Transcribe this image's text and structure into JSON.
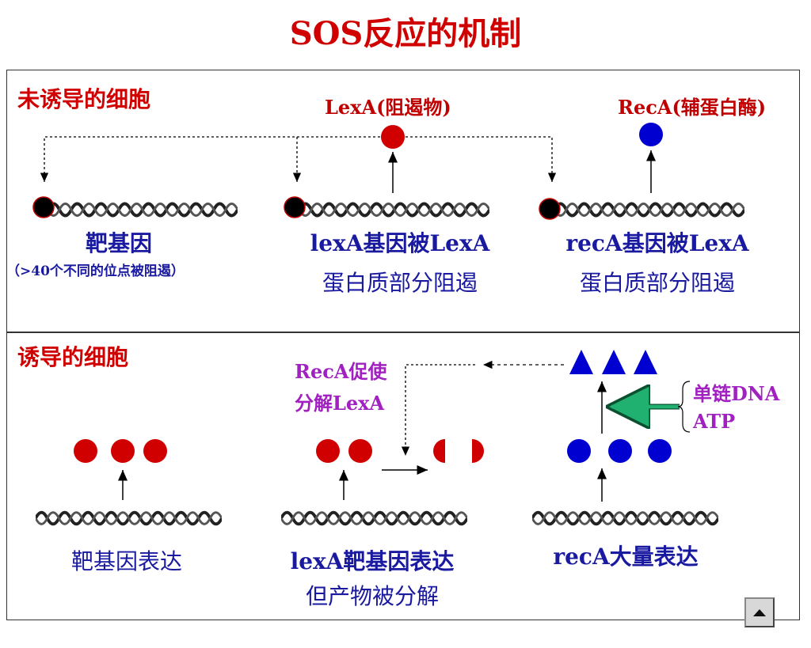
{
  "title": "SOS反应的机制",
  "uninduced": {
    "heading": "未诱导的细胞",
    "lexa_label": "LexA(阻遏物)",
    "reca_label": "RecA(辅蛋白酶)",
    "target_gene": "靶基因",
    "target_note": "（>40个不同的位点被阻遏）",
    "lexa_gene_line1": "lexA基因被LexA",
    "lexa_gene_line2": "蛋白质部分阻遏",
    "reca_gene_line1": "recA基因被LexA",
    "reca_gene_line2": "蛋白质部分阻遏"
  },
  "induced": {
    "heading": "诱导的细胞",
    "reca_promotes_line1": "RecA促使",
    "reca_promotes_line2": "分解LexA",
    "ssdna_label": "单链DNA",
    "atp_label": "ATP",
    "target_expression": "靶基因表达",
    "lexa_expression_line1": "lexA靶基因表达",
    "lexa_expression_line2": "但产物被分解",
    "reca_expression": "recA大量表达"
  },
  "colors": {
    "lexa_protein": "#d00000",
    "reca_protein": "#0000d0",
    "operator": "#000000",
    "green_arrow": "#20b070"
  },
  "icons": {
    "nav": "up-triangle-icon"
  }
}
